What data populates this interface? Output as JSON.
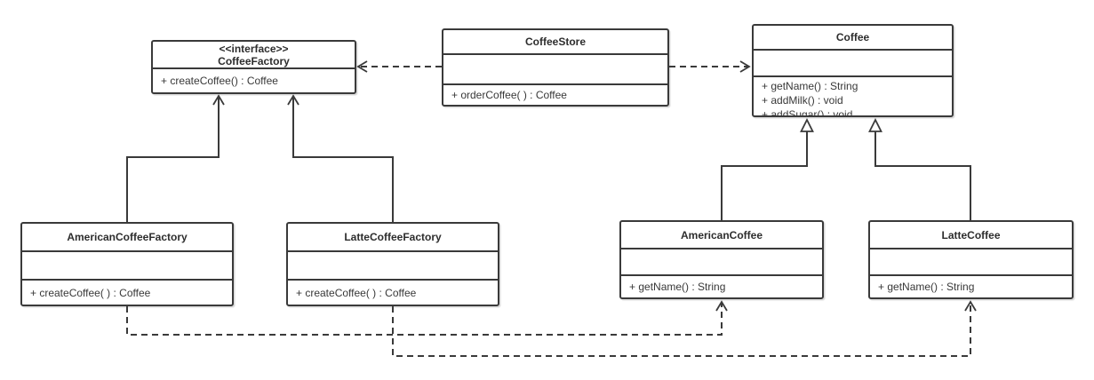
{
  "diagram": {
    "kind": "uml-class-diagram",
    "colors": {
      "stroke": "#3a3a3a",
      "box_fill": "#ffffff",
      "text": "#333333",
      "background": "#ffffff"
    }
  },
  "classes": [
    {
      "id": "coffee-factory",
      "stereotype": "<<interface>>",
      "name": "CoffeeFactory",
      "attributes": [],
      "methods": [
        "+ createCoffee() : Coffee"
      ]
    },
    {
      "id": "coffee-store",
      "stereotype": "",
      "name": "CoffeeStore",
      "attributes": [],
      "methods": [
        "+ orderCoffee( ) : Coffee"
      ]
    },
    {
      "id": "coffee",
      "stereotype": "",
      "name": "Coffee",
      "attributes": [],
      "methods": [
        "+ getName() : String",
        "+ addMilk() : void",
        "+ addSugar() : void"
      ]
    },
    {
      "id": "american-coffee-factory",
      "stereotype": "",
      "name": "AmericanCoffeeFactory",
      "attributes": [],
      "methods": [
        "+ createCoffee( ) : Coffee"
      ]
    },
    {
      "id": "latte-coffee-factory",
      "stereotype": "",
      "name": "LatteCoffeeFactory",
      "attributes": [],
      "methods": [
        "+ createCoffee( ) : Coffee"
      ]
    },
    {
      "id": "american-coffee",
      "stereotype": "",
      "name": "AmericanCoffee",
      "attributes": [],
      "methods": [
        "+ getName() : String"
      ]
    },
    {
      "id": "latte-coffee",
      "stereotype": "",
      "name": "LatteCoffee",
      "attributes": [],
      "methods": [
        "+ getName() : String"
      ]
    }
  ],
  "relationships": [
    {
      "type": "dependency-dashed-open-arrow",
      "from": "CoffeeStore",
      "to": "CoffeeFactory"
    },
    {
      "type": "dependency-dashed-open-arrow",
      "from": "CoffeeStore",
      "to": "Coffee"
    },
    {
      "type": "realization-solid-open-arrow",
      "from": "AmericanCoffeeFactory",
      "to": "CoffeeFactory"
    },
    {
      "type": "realization-solid-open-arrow",
      "from": "LatteCoffeeFactory",
      "to": "CoffeeFactory"
    },
    {
      "type": "generalization-hollow-triangle",
      "from": "AmericanCoffee",
      "to": "Coffee"
    },
    {
      "type": "generalization-hollow-triangle",
      "from": "LatteCoffee",
      "to": "Coffee"
    },
    {
      "type": "create-dependency-dashed-open-arrow",
      "from": "AmericanCoffeeFactory",
      "to": "AmericanCoffee"
    },
    {
      "type": "create-dependency-dashed-open-arrow",
      "from": "LatteCoffeeFactory",
      "to": "LatteCoffee"
    }
  ]
}
